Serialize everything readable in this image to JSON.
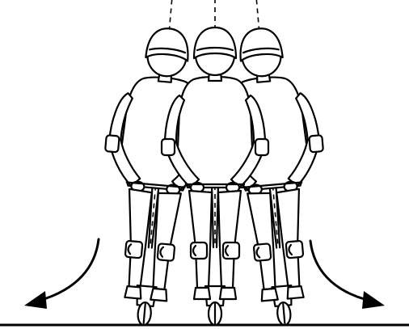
{
  "illustration": {
    "riders": [
      "left-leaning",
      "upright",
      "right-leaning"
    ],
    "turn_arrows": [
      "left",
      "right"
    ],
    "ink_color": "#000000",
    "background_color": "#ffffff"
  }
}
